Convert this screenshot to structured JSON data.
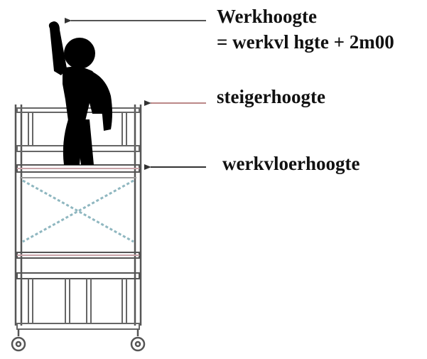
{
  "labels": {
    "work_height_title": "Werkhoogte",
    "work_height_formula": "= werkvl hgte + 2m00",
    "scaffold_height": "steigerhoogte",
    "floor_height": "werkvloerhoogte"
  },
  "colors": {
    "text": "#111111",
    "frame": "#555555",
    "rail_tint": "#c9a3a8",
    "brace_tint": "#8fb7c0",
    "figure": "#000000",
    "arrow": "#333333"
  },
  "icons": {
    "person": "person-waving-icon",
    "wheel": "caster-wheel-icon"
  }
}
